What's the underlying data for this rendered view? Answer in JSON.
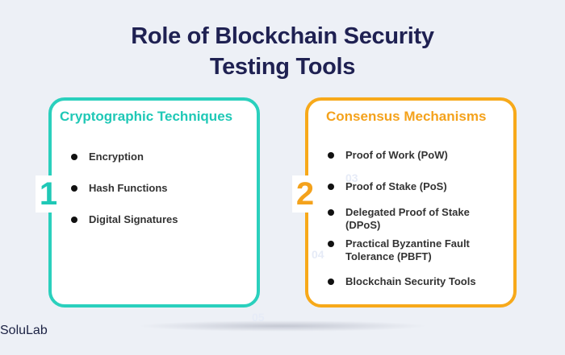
{
  "title": {
    "line1": "Role of Blockchain Security",
    "line2": "Testing Tools"
  },
  "left_card": {
    "number": "1",
    "title": "Cryptographic Techniques",
    "items": [
      "Encryption",
      "Hash Functions",
      "Digital Signatures"
    ],
    "accent": "#2ad0bd"
  },
  "right_card": {
    "number": "2",
    "title": "Consensus Mechanisms",
    "items": [
      "Proof of Work (PoW)",
      "Proof of Stake (PoS)",
      "Delegated Proof of Stake (DPoS)",
      "Practical Byzantine Fault Tolerance (PBFT)",
      "Blockchain Security Tools"
    ],
    "accent": "#f7a91a"
  },
  "background_marks": [
    "03",
    "04",
    "05"
  ],
  "brand": {
    "logo_text": "SoluLab"
  },
  "colors": {
    "title": "#1f2152",
    "background": "#edf0f6",
    "bullet": "#111111"
  }
}
